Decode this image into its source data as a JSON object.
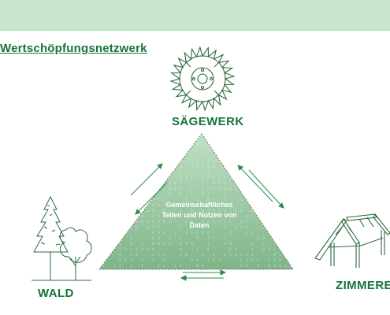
{
  "header": {
    "bar_color": "#c8e6cd"
  },
  "title": "Wertschöpfungsnetzwerk",
  "nodes": {
    "top": {
      "label": "SÄGEWERK",
      "icon": "saw-blade-icon"
    },
    "left": {
      "label": "WALD",
      "icon": "forest-trees-icon"
    },
    "right": {
      "label": "ZIMMEREI",
      "icon": "roof-truss-icon"
    }
  },
  "center": {
    "lines": [
      "Gemeinschaftliches",
      "Teilen und Nutzen von",
      "Daten"
    ]
  },
  "colors": {
    "accent": "#16743a",
    "triangle": "#8cbf94",
    "arrow": "#2e8a4f"
  }
}
